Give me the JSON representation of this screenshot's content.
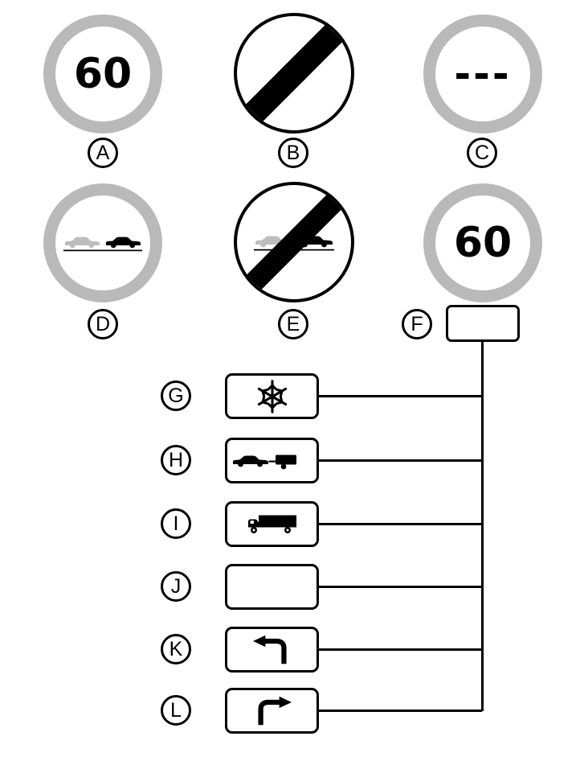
{
  "signs": {
    "a": {
      "label": "A",
      "value": "60",
      "name": "speed-limit-60-grey-ring"
    },
    "b": {
      "label": "B",
      "name": "end-of-restriction-diagonal-stripe"
    },
    "c": {
      "label": "C",
      "value": "---",
      "name": "grey-ring-with-dashes"
    },
    "d": {
      "label": "D",
      "name": "no-overtaking-grey-ring"
    },
    "e": {
      "label": "E",
      "name": "end-of-no-overtaking-diagonal-stripe"
    },
    "f": {
      "label": "F",
      "value": "60",
      "name": "speed-limit-60-grey-ring"
    }
  },
  "options": [
    {
      "label": "G",
      "icon": "snowflake-icon"
    },
    {
      "label": "H",
      "icon": "car-towing-trailer-icon"
    },
    {
      "label": "I",
      "icon": "truck-icon"
    },
    {
      "label": "J",
      "icon": "empty-box"
    },
    {
      "label": "K",
      "icon": "left-hook-arrow-icon"
    },
    {
      "label": "L",
      "icon": "right-turn-arrow-icon"
    }
  ],
  "colors": {
    "ring_gray": "#b9b9b9",
    "car_gray": "#bdbdbd",
    "black": "#000000",
    "white": "#ffffff"
  }
}
